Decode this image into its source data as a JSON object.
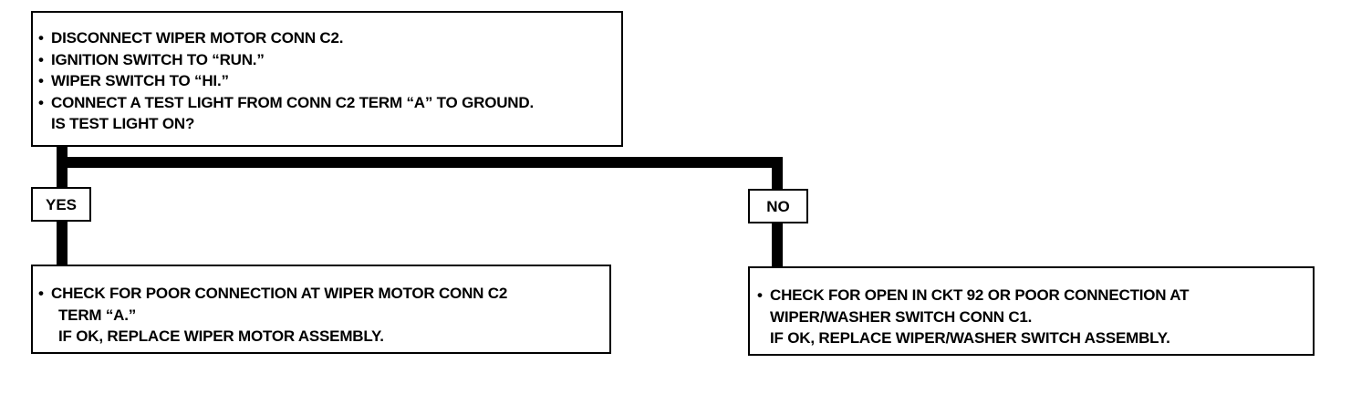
{
  "start": {
    "lines": [
      "DISCONNECT WIPER MOTOR CONN C2.",
      "IGNITION SWITCH TO “RUN.”",
      "WIPER SWITCH TO “HI.”",
      "CONNECT A TEST LIGHT FROM CONN C2 TERM “A” TO GROUND."
    ],
    "question": "IS TEST LIGHT ON?"
  },
  "yes": {
    "label": "YES",
    "line1": "CHECK FOR POOR CONNECTION AT WIPER MOTOR CONN C2",
    "line2": "TERM “A.”",
    "line3": "IF OK, REPLACE WIPER MOTOR ASSEMBLY."
  },
  "no": {
    "label": "NO",
    "line1": "CHECK FOR OPEN IN CKT 92 OR POOR CONNECTION AT",
    "line2": "WIPER/WASHER SWITCH CONN C1.",
    "line3": "IF OK, REPLACE WIPER/WASHER SWITCH ASSEMBLY."
  },
  "bullet": "•",
  "line_color": "#000000"
}
